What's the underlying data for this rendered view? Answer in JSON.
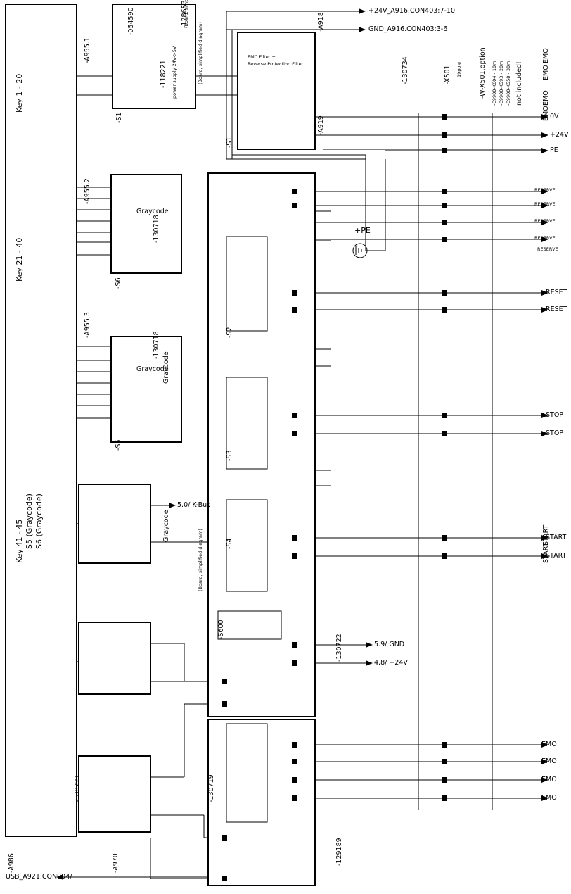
{
  "a986": {
    "id": "-A986",
    "keys1": "Key 1 - 20",
    "keys2": "Key 21 - 40",
    "keys3": "Key 41 - 45",
    "s5": "S5 (Graycode)",
    "s6": "S6 (Graycode)"
  },
  "graycode": {
    "title": "Graycode"
  },
  "ids": {
    "s1": "-S1",
    "s2": "-S2",
    "s3": "-S3",
    "s4": "-S4",
    "s5": "-S5",
    "s6": "-S6",
    "s600": "-S600",
    "a970": "-A970",
    "a918": "-A918",
    "a919": "-A919",
    "a955_1": "-A955.1",
    "a955_2": "-A955.2",
    "a955_3": "-A955.3",
    "board_simplified": "(Board, simplified diagram)",
    "power_supply": "power supply 24V->5V",
    "emc": "EMC Filter +",
    "emc2": "Reverse Protection Filter"
  },
  "cables": {
    "c054590": "-054590",
    "c128653": "-128653",
    "c118221": "-118221",
    "c130718": "-130718",
    "c130721": "-130721",
    "c130719": "-130719",
    "c130722": "-130722",
    "c129189": "-129189",
    "c130734": "-130734"
  },
  "x501": {
    "id": "-X501",
    "pole": "19pole",
    "option": "-W-X501.option",
    "items": [
      "-C9900-K604 - 10m",
      "-C9900-K593 - 20m",
      "-C9900-K558 - 30m"
    ],
    "note": "not included!"
  },
  "signals": {
    "ov": "0V",
    "p24v": "+24V",
    "pe": "PE",
    "reserve": "RESERVE",
    "reset": "RESET",
    "stop": "STOP",
    "start": "START",
    "emo": "EMO"
  },
  "top": {
    "p24v_ref": "+24V_A916.CON403:7-10",
    "gnd_ref": "GND_A916.CON403:3-6"
  },
  "board": {
    "gnd_ref": "5.9/ GND",
    "p24v_ref": "4.8/ +24V",
    "kbus_ref": "5.0/ K-Bus",
    "usb_ref": "USB_A921.CON904/",
    "pe": "+PE"
  }
}
